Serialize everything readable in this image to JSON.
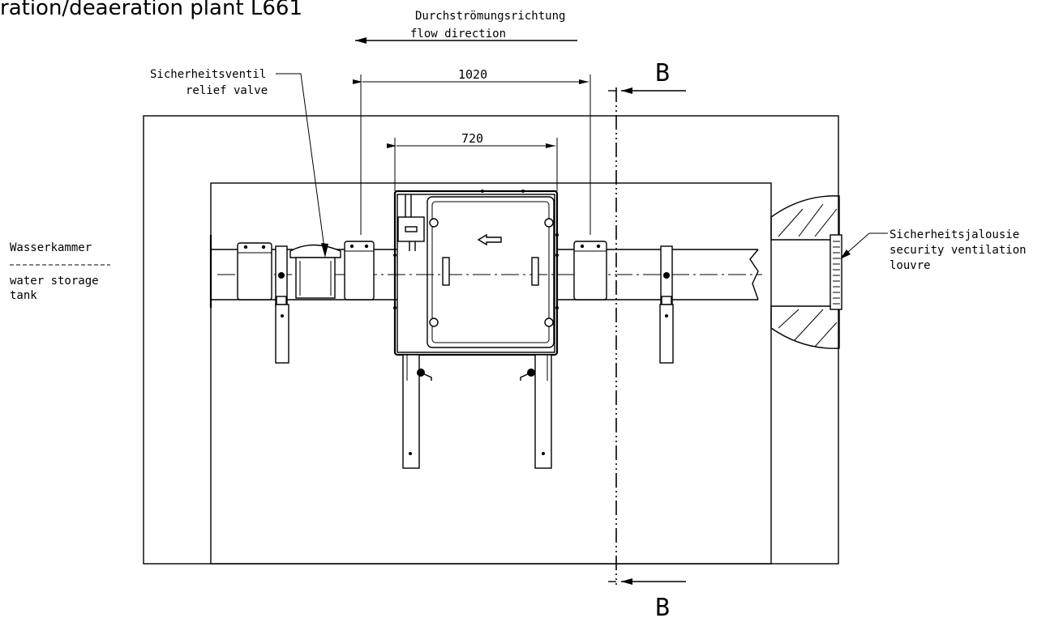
{
  "title": "ration/deaeration plant L661",
  "flow": {
    "label_de": "Durchströmungsrichtung",
    "label_en": "flow direction"
  },
  "dimensions": {
    "overall": "1020",
    "unit": "720"
  },
  "relief_valve": {
    "label_de": "Sicherheitsventil",
    "label_en": "relief valve"
  },
  "water_chamber": {
    "label_de": "Wasserkammer",
    "label_en_line1": "water storage",
    "label_en_line2": "tank"
  },
  "louvre": {
    "label_de": "Sicherheitsjalousie",
    "label_en_line1": "security ventilation",
    "label_en_line2": "louvre"
  },
  "section": {
    "top": "B",
    "bottom": "B"
  }
}
